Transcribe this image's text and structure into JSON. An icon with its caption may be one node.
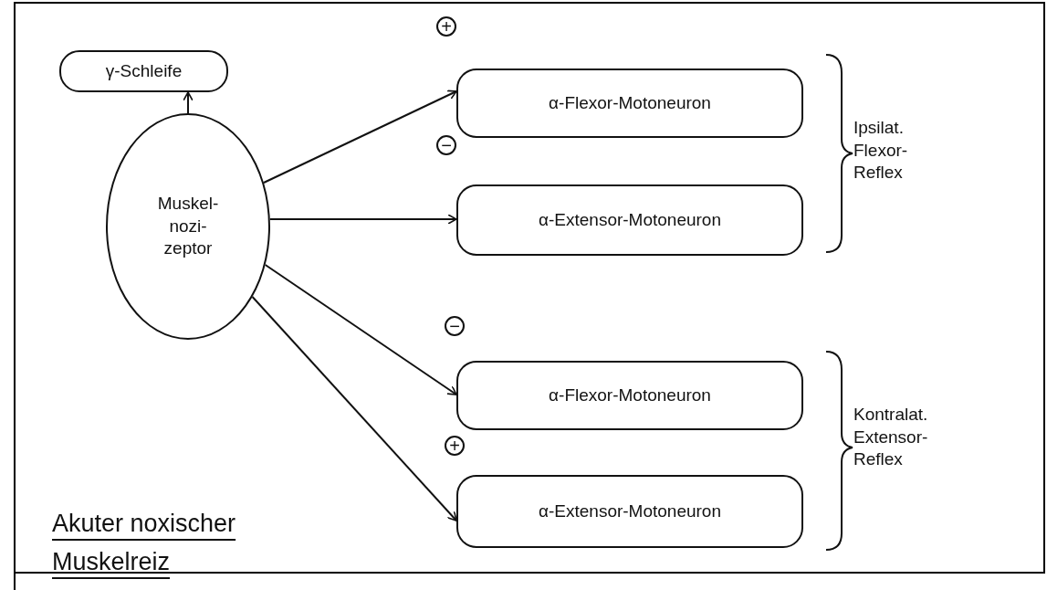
{
  "diagram": {
    "nodes": [
      {
        "text": [
          "γ-Schleife"
        ]
      },
      {
        "text": [
          "Muskel- nozi- zeptor"
        ]
      },
      {
        "text": [
          "α-Flexor-Motoneuron"
        ]
      },
      {
        "text": [
          "α-Extensor-Motoneuron"
        ]
      },
      {
        "text": [
          "α-Flexor-Motoneuron"
        ]
      },
      {
        "text": [
          "α-Extensor-Motoneuron"
        ]
      }
    ],
    "edges": [
      {
        "from": 1,
        "to": 0,
        "arrow": "to"
      },
      {
        "from": 1,
        "to": 2,
        "arrow": "to"
      },
      {
        "from": 1,
        "to": 3,
        "arrow": "to"
      },
      {
        "from": 1,
        "to": 4,
        "arrow": "to"
      },
      {
        "from": 1,
        "to": 5,
        "arrow": "to"
      }
    ],
    "labels": [
      "+",
      "−",
      "Ipsilat. Flexor- Reflex",
      "−",
      "+",
      "Kontralat. Extensor- Reflex",
      "Akuter noxischer Muskelreiz"
    ]
  }
}
